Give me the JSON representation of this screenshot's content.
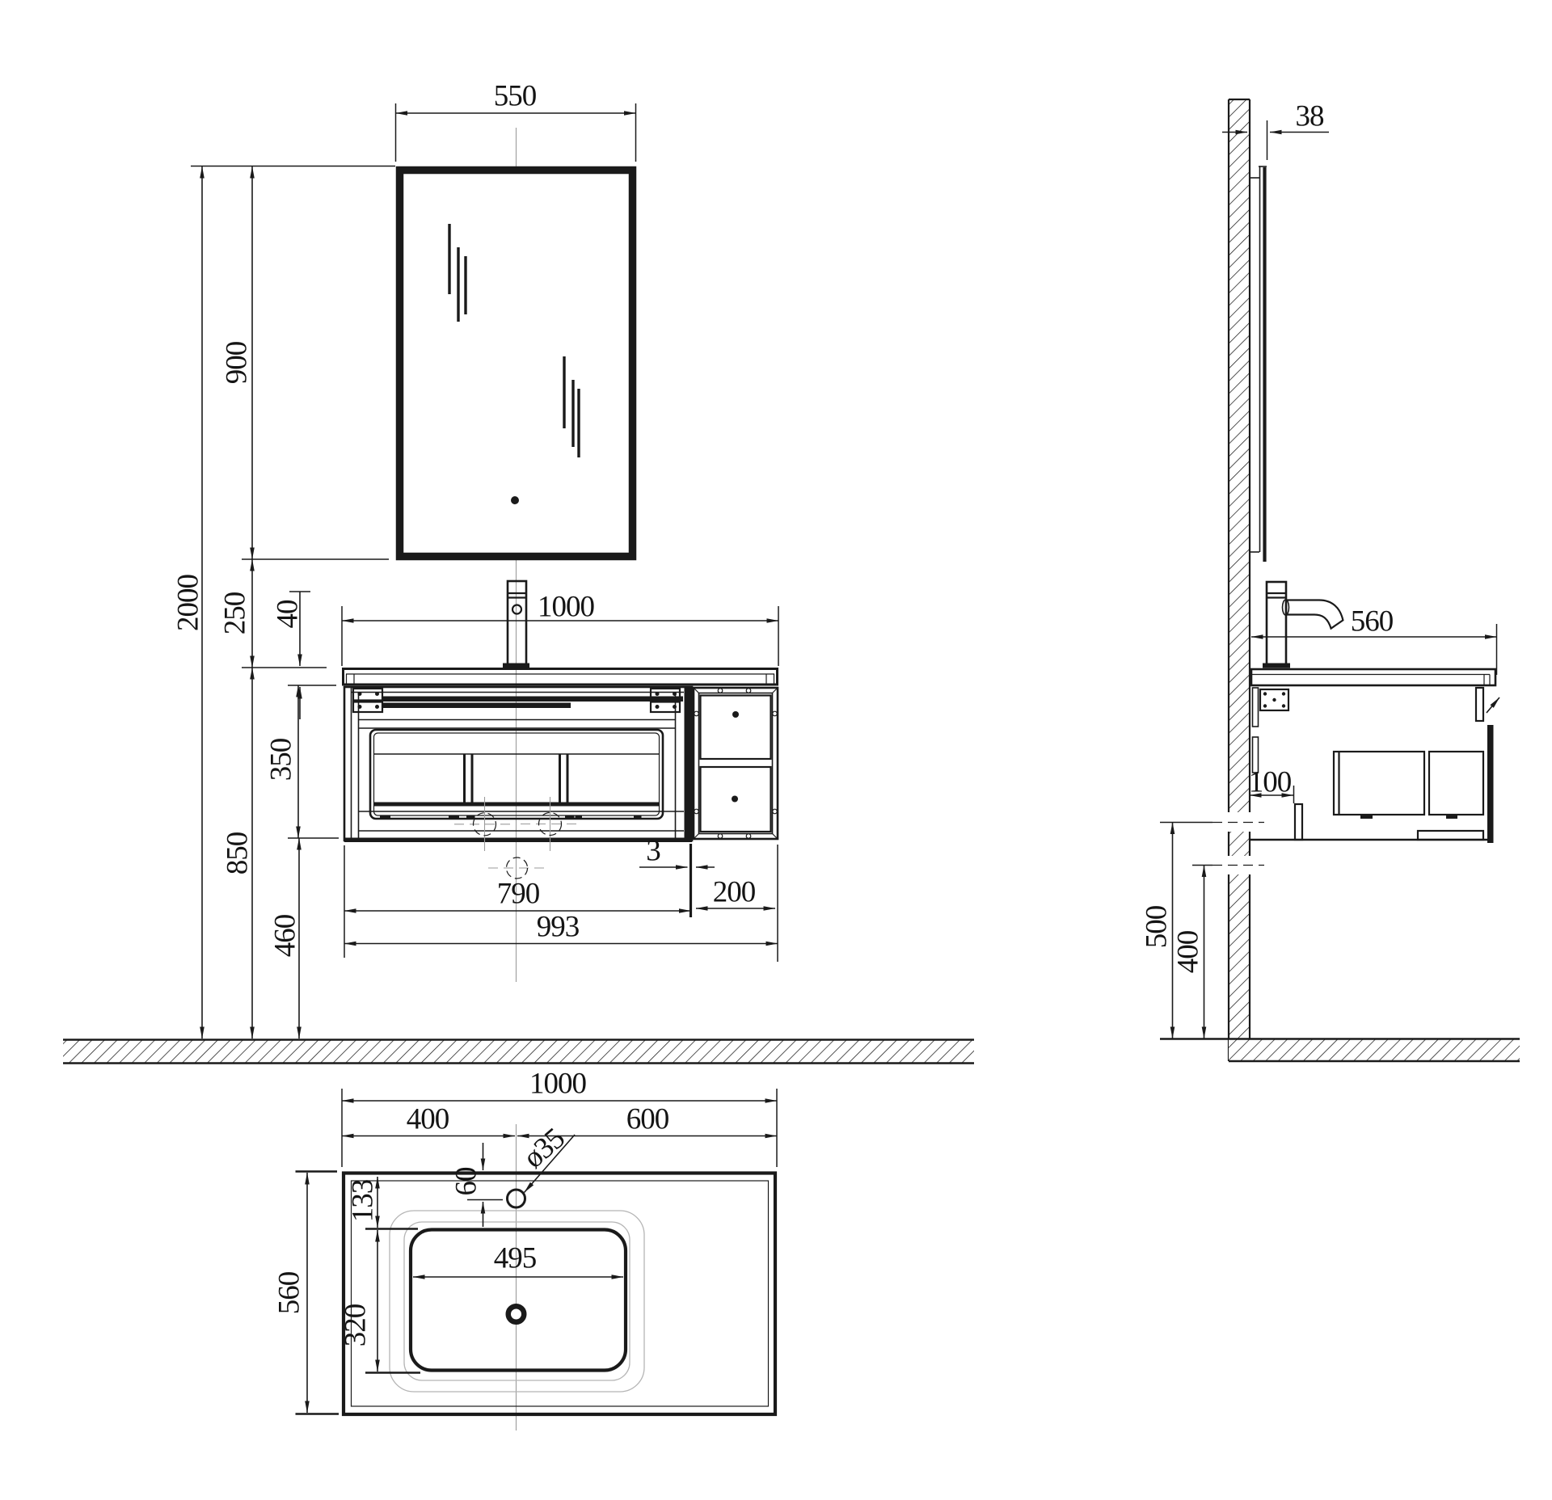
{
  "drawing": {
    "kind": "technical-dimension-drawing",
    "subject": "wall-hung bathroom vanity unit with mirror, countertop basin and side cabinet",
    "units": "mm",
    "colors": {
      "ink": "#1a1a1a",
      "centerline": "#9b9b9b",
      "deck_contour": "#b5b5b5",
      "background": "#ffffff"
    },
    "views": {
      "front": {
        "name": "front elevation",
        "mirror_width": "550",
        "mirror_height": "900",
        "overall_height": "2000",
        "mirror_to_counter_gap": "250",
        "counter_thickness": "40",
        "cabinet_height": "350",
        "counter_height_above_floor": "850",
        "clearance_below_cabinet": "460",
        "counter_width": "1000",
        "drawer_section_width": "790",
        "panel_gap": "3",
        "side_cabinet_width": "200",
        "carcass_width": "993"
      },
      "side": {
        "name": "side elevation",
        "mirror_wall_offset": "38",
        "counter_depth": "560",
        "inlet_offset_from_wall": "100",
        "inlet_level_high": "500",
        "inlet_level_low": "400"
      },
      "plan": {
        "name": "countertop plan",
        "counter_width": "1000",
        "tap_hole_from_left": "400",
        "tap_hole_from_right": "600",
        "tap_hole_diameter": "ø35",
        "tap_hole_from_back_edge": "60",
        "basin_from_back_edge": "133",
        "basin_length": "495",
        "basin_width": "320",
        "counter_depth": "560"
      }
    }
  }
}
